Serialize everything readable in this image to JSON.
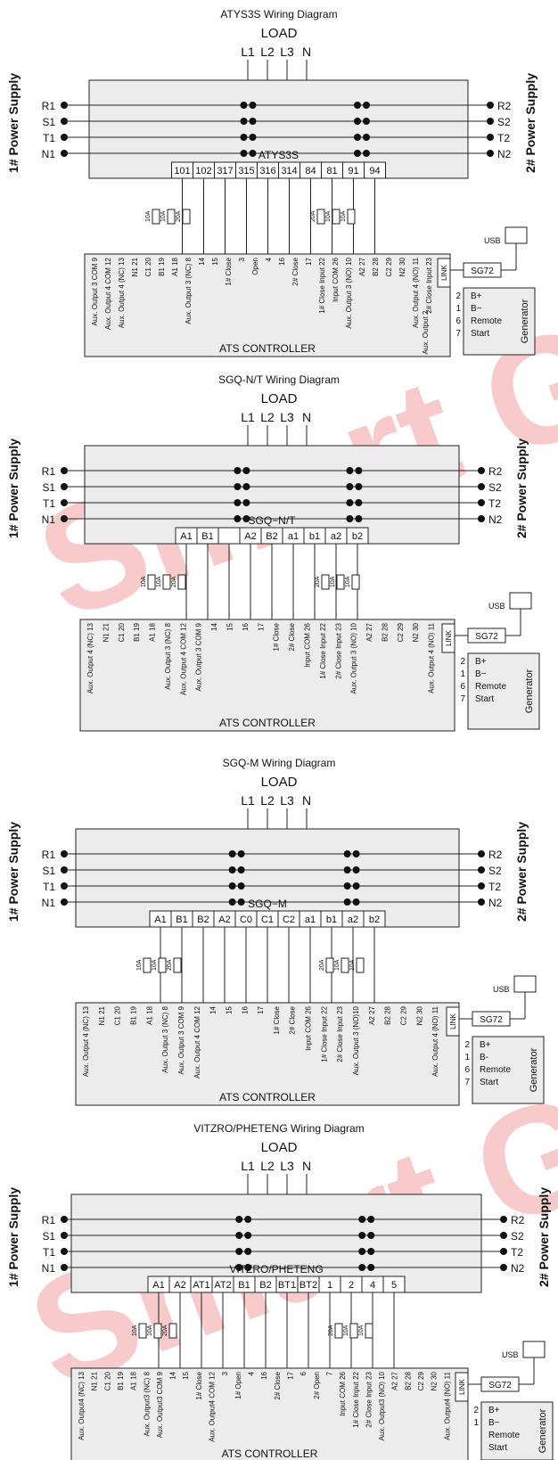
{
  "watermark": "Smart Gen",
  "sections": [
    {
      "title": "ATYS3S Wiring Diagram",
      "load": "LOAD",
      "load_lines": [
        "L1",
        "L2",
        "L3",
        "N"
      ],
      "left_supply": "1# Power Supply",
      "right_supply": "2# Power Supply",
      "left_phases": [
        "R1",
        "S1",
        "T1",
        "N1"
      ],
      "right_phases": [
        "R2",
        "S2",
        "T2",
        "N2"
      ],
      "switch_name": "ATYS3S",
      "terminals": [
        "101",
        "102",
        "317",
        "315",
        "316",
        "314",
        "84",
        "81",
        "91",
        "94"
      ],
      "fuses": [
        "10A",
        "10A",
        "20A",
        "20A",
        "10A",
        "10A"
      ],
      "controller_label": "ATS CONTROLLER",
      "controller_pins": [
        "Aux. Output 3 COM  9",
        "Aux. Output 4 COM 12",
        "Aux. Output 4 (NC) 13",
        "N1 21",
        "C1 20",
        "B1 19",
        "A1 18",
        "Aux. Output 3 (NC)  8",
        "14",
        "15",
        "1# Close",
        "3",
        "Open",
        "4",
        "16",
        "2# Close",
        "17",
        "1# Close Input  22",
        "Input COM  26",
        "Aux. Output 3 (NO) 10",
        "A2 27",
        "B2 28",
        "C2 29",
        "N2 30",
        "Aux. Output 4 (NO)  11",
        "2# Close Input  23"
      ],
      "link": "LINK",
      "module": "SG72",
      "usb": "USB",
      "generator": "Generator",
      "gen_pins": [
        "2",
        "1",
        "6",
        "7"
      ],
      "gen_labels": [
        "B+",
        "B−",
        "Remote",
        "Start"
      ],
      "aux_output": "Aux. Output 2"
    },
    {
      "title": "SGQ-N/T Wiring Diagram",
      "load": "LOAD",
      "load_lines": [
        "L1",
        "L2",
        "L3",
        "N"
      ],
      "left_supply": "1# Power Supply",
      "right_supply": "2# Power Supply",
      "left_phases": [
        "R1",
        "S1",
        "T1",
        "N1"
      ],
      "right_phases": [
        "R2",
        "S2",
        "T2",
        "N2"
      ],
      "switch_name": "SGQ−N/T",
      "terminals": [
        "A1",
        "B1",
        "",
        "A2",
        "B2",
        "a1",
        "b1",
        "a2",
        "b2"
      ],
      "fuses": [
        "10A",
        "10A",
        "20A",
        "20A",
        "10A",
        "10A"
      ],
      "controller_label": "ATS CONTROLLER",
      "controller_pins": [
        "Aux. Output 4 (NC)  13",
        "N1 21",
        "C1 20",
        "B1 19",
        "A1 18",
        "Aux. Output 3 (NC)  8",
        "Aux. Output 4 COM  12",
        "Aux. Output 3 COM  9",
        "14",
        "15",
        "16",
        "17",
        "1# Close",
        "2# Close",
        "Input COM  26",
        "1# Close Input  22",
        "2# Close Input  23",
        "Aux. Output 3  (NO) 10",
        "A2 27",
        "B2 28",
        "C2 29",
        "N2 30",
        "Aux. Output 4  (NO) 11"
      ],
      "link": "LINK",
      "module": "SG72",
      "usb": "USB",
      "generator": "Generator",
      "gen_pins": [
        "2",
        "1",
        "6",
        "7"
      ],
      "gen_labels": [
        "B+",
        "B−",
        "Remote",
        "Start"
      ],
      "aux_output": ""
    },
    {
      "title": "SGQ-M Wiring Diagram",
      "load": "LOAD",
      "load_lines": [
        "L1",
        "L2",
        "L3",
        "N"
      ],
      "left_supply": "1# Power Supply",
      "right_supply": "2# Power Supply",
      "left_phases": [
        "R1",
        "S1",
        "T1",
        "N1"
      ],
      "right_phases": [
        "R2",
        "S2",
        "T2",
        "N2"
      ],
      "switch_name": "SGQ−M",
      "terminals": [
        "A1",
        "B1",
        "B2",
        "A2",
        "C0",
        "C1",
        "C2",
        "a1",
        "b1",
        "a2",
        "b2"
      ],
      "fuses": [
        "10A",
        "10A",
        "20A",
        "20A",
        "10A",
        "10A"
      ],
      "controller_label": "ATS CONTROLLER",
      "controller_pins": [
        "Aux. Output 4 (NC) 13",
        "N1 21",
        "C1 20",
        "B1 19",
        "A1 18",
        "Aux. Output 3 (NC)  8",
        "Aux. Output 3 COM  9",
        "Aux. Output 4 COM 12",
        "14",
        "15",
        "16",
        "17",
        "1# Close",
        "2# Close",
        "Input COM 26",
        "1# Close Input  22",
        "2# Close Input  23",
        "Aux. Output 3  (NO)10",
        "A2 27",
        "B2 28",
        "C2 29",
        "N2 30",
        "Aux. Output 4  (NO) 11"
      ],
      "link": "LINK",
      "module": "SG72",
      "usb": "USB",
      "generator": "Generator",
      "gen_pins": [
        "2",
        "1",
        "6",
        "7"
      ],
      "gen_labels": [
        "B+",
        "B-",
        "Remote",
        "Start"
      ],
      "aux_output": ""
    },
    {
      "title": "VITZRO/PHETENG Wiring Diagram",
      "load": "LOAD",
      "load_lines": [
        "L1",
        "L2",
        "L3",
        "N"
      ],
      "left_supply": "1# Power Supply",
      "right_supply": "2# Power Supply",
      "left_phases": [
        "R1",
        "S1",
        "T1",
        "N1"
      ],
      "right_phases": [
        "R2",
        "S2",
        "T2",
        "N2"
      ],
      "switch_name": "VITZRO/PHETENG",
      "terminals": [
        "A1",
        "A2",
        "AT1",
        "AT2",
        "B1",
        "B2",
        "BT1",
        "BT2",
        "1",
        "2",
        "4",
        "5"
      ],
      "fuses": [
        "10A",
        "10A",
        "20A",
        "20A",
        "10A",
        "10A"
      ],
      "controller_label": "ATS CONTROLLER",
      "controller_pins": [
        "Aux. Output4 (NC) 13",
        "N1 21",
        "C1 20",
        "B1 19",
        "A1 18",
        "Aux. Output3 (NC)  8",
        "Aux. Output3 COM  9",
        "14",
        "15",
        "1# Close",
        "Aux. Output4 COM 12",
        "3",
        "1# Open",
        "4",
        "16",
        "2# Close",
        "17",
        "6",
        "2# Open",
        "7",
        "Input COM 26",
        "1# Close Input  22",
        "2# Close Input  23",
        "Aux. Output3 (NO) 10",
        "A2 27",
        "B2 28",
        "C2 29",
        "N2 30",
        "Aux. Output4 (NO) 11"
      ],
      "link": "LINK",
      "module": "SG72",
      "usb": "USB",
      "generator": "Generator",
      "gen_pins": [
        "2",
        "1"
      ],
      "gen_labels": [
        "B+",
        "B−",
        "Remote",
        "Start"
      ],
      "aux_output": ""
    }
  ],
  "colors": {
    "line": "#222222",
    "panel": "#ececec",
    "watermark_red": "#f0a0a0",
    "watermark_grey": "#bdbdbd"
  }
}
